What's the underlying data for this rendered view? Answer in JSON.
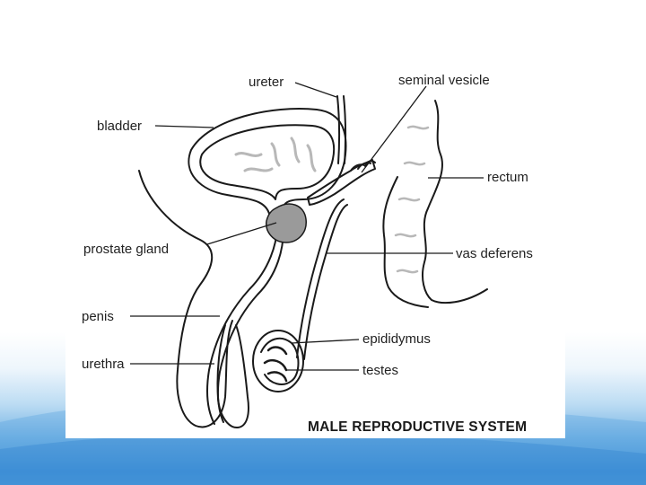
{
  "diagram": {
    "title": "MALE REPRODUCTIVE SYSTEM",
    "labels": {
      "ureter": "ureter",
      "seminal_vesicle": "seminal vesicle",
      "bladder": "bladder",
      "rectum": "rectum",
      "prostate_gland": "prostate gland",
      "vas_deferens": "vas deferens",
      "penis": "penis",
      "epididymus": "epididymus",
      "urethra": "urethra",
      "testes": "testes"
    }
  },
  "colors": {
    "background_gradient_bottom": "#3d8fd6",
    "prostate_gray": "#9a9a9a",
    "bladder_wave_gray": "#b8b8b8"
  }
}
